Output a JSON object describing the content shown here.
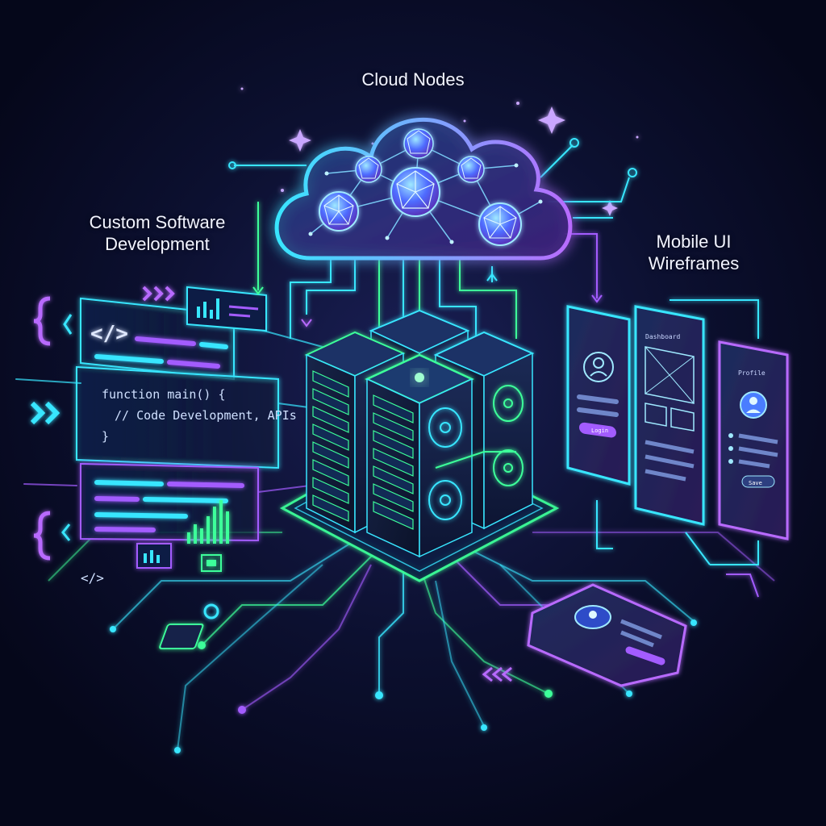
{
  "labels": {
    "cloud": "Cloud Nodes",
    "software_line1": "Custom Software",
    "software_line2": "Development",
    "mobile_line1": "Mobile UI",
    "mobile_line2": "Wireframes"
  },
  "code": {
    "tag": "</>",
    "line1": "function main() {",
    "line2": "// Code Development, APIs",
    "line3": "}",
    "tag_small": "</>"
  },
  "phones": {
    "login_button": "Login",
    "dashboard_title": "Dashboard",
    "profile_title": "Profile",
    "profile_button": "Save"
  },
  "colors": {
    "background": "#070a1c",
    "cyan": "#38e6ff",
    "green": "#3dff9a",
    "purple": "#a35cff",
    "blue": "#4a7dff"
  },
  "icons": [
    "code-bracket-icon",
    "chevron-right-icon",
    "user-avatar-icon",
    "bar-chart-icon",
    "server-fan-icon"
  ]
}
